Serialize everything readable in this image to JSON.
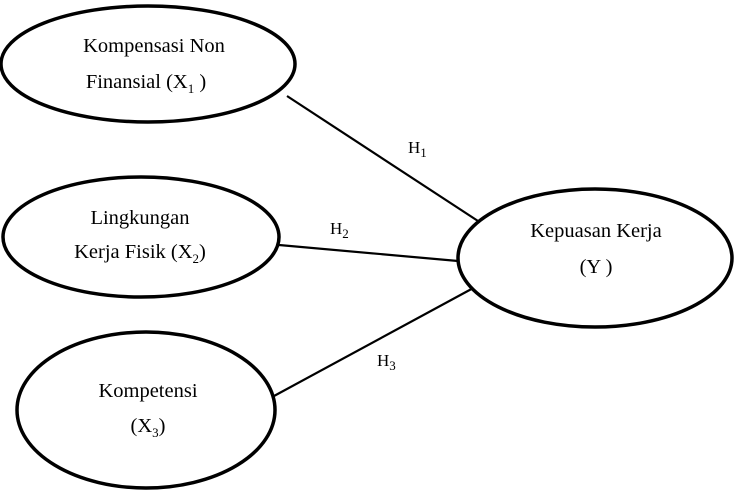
{
  "diagram": {
    "nodes": {
      "x1": {
        "line1": "Kompensasi Non",
        "line2_pre": "Finansial (X",
        "line2_sub": "1",
        "line2_post": " )"
      },
      "x2": {
        "line1": "Lingkungan",
        "line2_pre": "Kerja Fisik (X",
        "line2_sub": "2",
        "line2_post": ")"
      },
      "x3": {
        "line1": "Kompetensi",
        "line2_pre": "(X",
        "line2_sub": "3",
        "line2_post": ")"
      },
      "y": {
        "line1": "Kepuasan Kerja",
        "line2": "(Y )"
      }
    },
    "edges": {
      "h1": {
        "main": "H",
        "sub": "1"
      },
      "h2": {
        "main": "H",
        "sub": "2"
      },
      "h3": {
        "main": "H",
        "sub": "3"
      }
    },
    "colors": {
      "stroke": "#000000",
      "background": "#ffffff"
    }
  }
}
